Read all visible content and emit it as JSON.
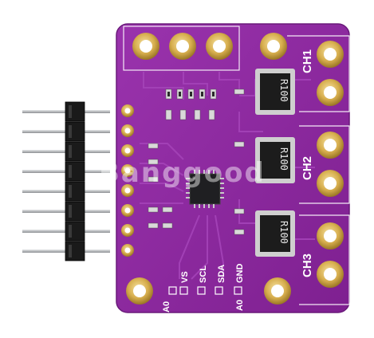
{
  "image": {
    "subject": "purple breakout board with header pins",
    "colors": {
      "pcb": "#8e2aa1",
      "pcb_dark": "#6f1b80",
      "trace": "#a13ab4",
      "gold": "#d7ae4e",
      "gold_light": "#f1d58a",
      "silk": "#ffffff",
      "pin_black": "#1b1b1b",
      "pin_metal": "#b9bcbf"
    }
  },
  "board": {
    "channels": [
      "CH1",
      "CH2",
      "CH3"
    ],
    "resistor_label": "R100",
    "pin_labels": [
      "A0",
      "VS",
      "SCL",
      "SDA",
      "GND",
      "A0"
    ]
  },
  "watermark": "Banggood"
}
